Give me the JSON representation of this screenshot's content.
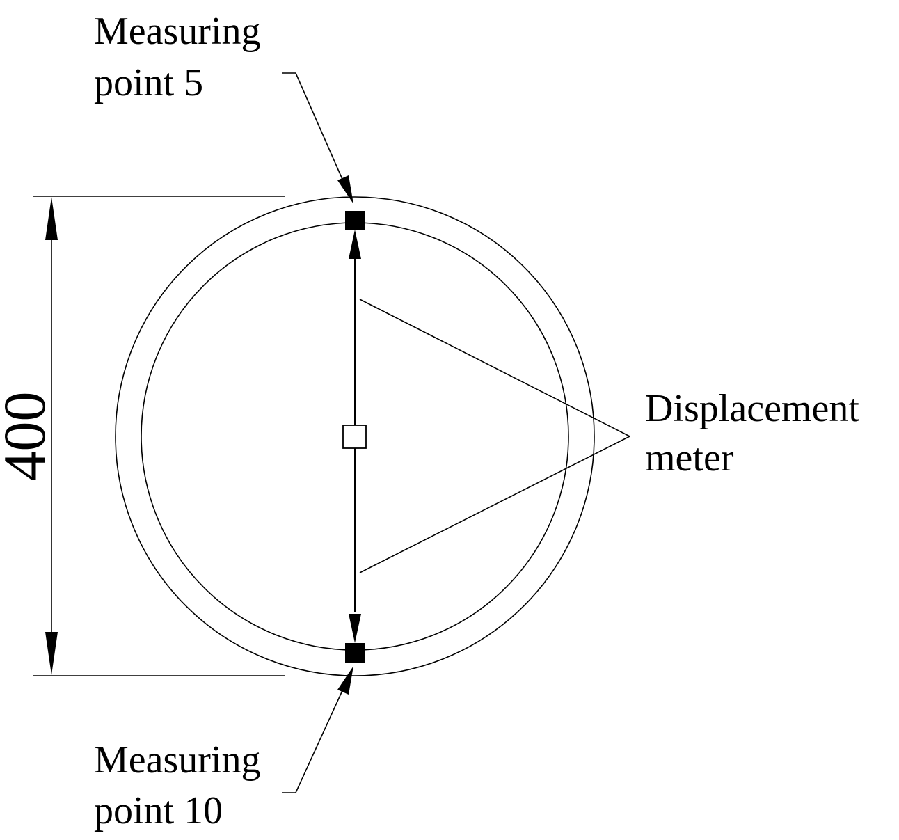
{
  "labels": {
    "measuring_point_top": [
      "Measuring",
      "point 5"
    ],
    "measuring_point_bottom": [
      "Measuring",
      "point 10"
    ],
    "displacement_meter": [
      "Displacement",
      "meter"
    ],
    "dimension": "400"
  },
  "colors": {
    "line": "#000000",
    "background": "#ffffff",
    "marker_fill": "#000000",
    "center_marker_fill": "#ffffff"
  },
  "icons": {
    "measuring_point_marker": "filled-square",
    "center_marker": "hollow-square",
    "arrowhead": "filled-triangle"
  }
}
